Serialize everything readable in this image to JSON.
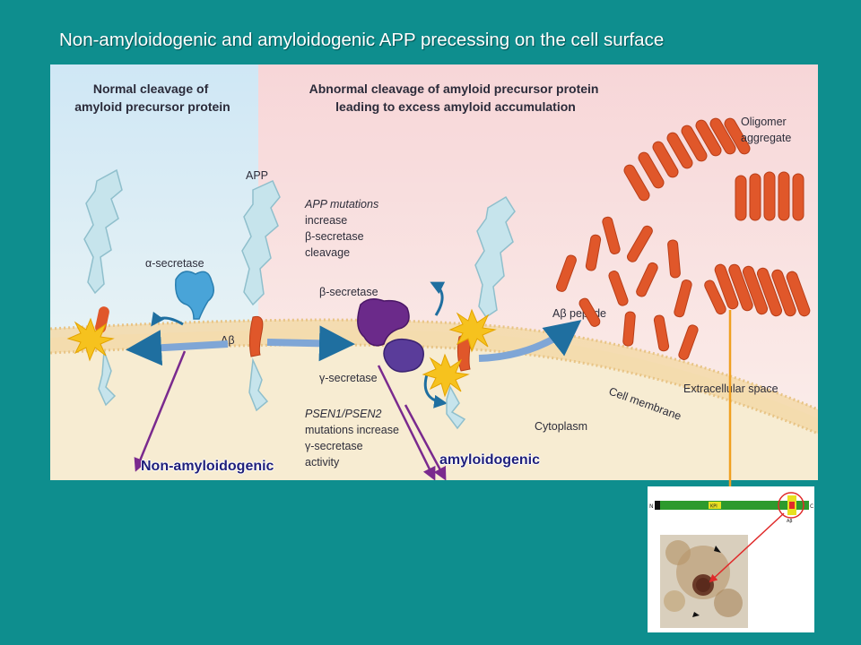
{
  "slide": {
    "title": "Non-amyloidogenic and amyloidogenic APP precessing on the cell surface"
  },
  "diagram": {
    "panel_left_heading": [
      "Normal cleavage of",
      "amyloid precursor protein"
    ],
    "panel_right_heading": [
      "Abnormal cleavage of amyloid precursor protein",
      "leading to excess amyloid accumulation"
    ],
    "label_app": "APP",
    "label_alpha_secretase": "α-secretase",
    "label_abeta": "Aβ",
    "app_mutations_note": [
      "APP mutations",
      "increase",
      "β-secretase",
      "cleavage"
    ],
    "label_beta_secretase": "β-secretase",
    "label_gamma_secretase": "γ-secretase",
    "psen_note": [
      "PSEN1/PSEN2",
      "mutations increase",
      "γ-secretase",
      "activity"
    ],
    "label_abeta_peptide": "Aβ peptide",
    "label_oligomer": [
      "Oligomer",
      "aggregate"
    ],
    "label_extracellular": "Extracellular space",
    "label_cell_membrane": "Cell membrane",
    "label_cytoplasm": "Cytoplasm",
    "label_non_amyloidogenic": "Non-amyloidogenic",
    "label_amyloidogenic": "amyloidogenic",
    "colors": {
      "left_panel": "#d9ecf7",
      "right_panel": "#fbe4e4",
      "membrane": "#f5ddb0",
      "protein": "#c3e2ea",
      "abeta": "#e0572a",
      "alpha_secretase": "#49a4d8",
      "beta_secretase": "#6b2a8a",
      "pathway_arrow": "#7a2a8e",
      "inset_arrow": "#f0a020"
    }
  },
  "inset": {
    "bar_labels": [
      "N",
      "KPI",
      "C"
    ],
    "small_label": "Aβ"
  }
}
